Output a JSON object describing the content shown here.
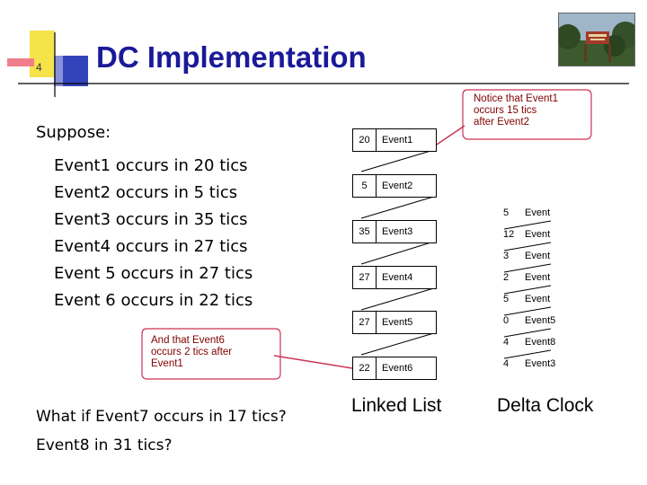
{
  "slide": {
    "number": "4",
    "title": "DC Implementation"
  },
  "left": {
    "suppose": "Suppose:",
    "events": [
      "Event1 occurs in 20 tics",
      "Event2 occurs in 5 tics",
      "Event3 occurs in 35 tics",
      "Event4 occurs in 27 tics",
      "Event 5 occurs in 27 tics",
      "Event 6 occurs in 22 tics"
    ],
    "question1": "What if Event7 occurs in 17 tics?",
    "question2": "Event8 in 31 tics?"
  },
  "callouts": {
    "top": [
      "Notice that Event1",
      "occurs 15 tics",
      "after Event2"
    ],
    "bottom": [
      "And that Event6",
      "occurs 2 tics after",
      "Event1"
    ]
  },
  "linked_list": {
    "caption": "Linked List",
    "nodes": [
      {
        "tics": "20",
        "name": "Event1"
      },
      {
        "tics": "5",
        "name": "Event2"
      },
      {
        "tics": "35",
        "name": "Event3"
      },
      {
        "tics": "27",
        "name": "Event4"
      },
      {
        "tics": "27",
        "name": "Event5"
      },
      {
        "tics": "22",
        "name": "Event6"
      }
    ]
  },
  "delta_clock": {
    "caption": "Delta Clock",
    "rows": [
      {
        "tics": "5",
        "name": "Event"
      },
      {
        "tics": "12",
        "name": "Event"
      },
      {
        "tics": "3",
        "name": "Event"
      },
      {
        "tics": "2",
        "name": "Event"
      },
      {
        "tics": "5",
        "name": "Event"
      },
      {
        "tics": "0",
        "name": "Event5"
      },
      {
        "tics": "4",
        "name": "Event8"
      },
      {
        "tics": "4",
        "name": "Event3"
      }
    ]
  },
  "colors": {
    "title": "#1a1a99",
    "callout_text": "#800000",
    "callout_border": "#cc3355",
    "accent_yellow": "#f5e34a",
    "accent_blue": "#3344bb",
    "accent_red": "#e8344a"
  }
}
